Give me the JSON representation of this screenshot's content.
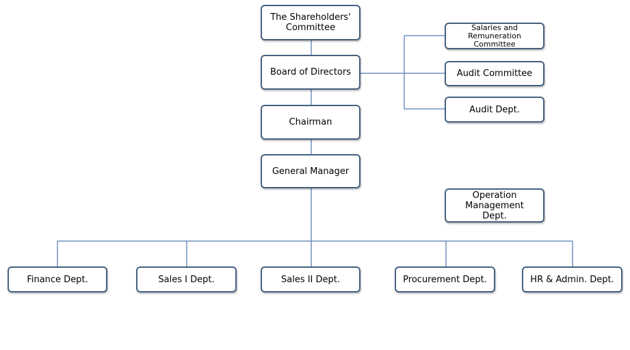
{
  "nodes": {
    "shareholders": "The Shareholders'\nCommittee",
    "board": "Board of Directors",
    "chairman": "Chairman",
    "general_manager": "General Manager",
    "salaries": "Salaries and\nRemuneration\nCommittee",
    "audit_committee": "Audit Committee",
    "audit_dept": "Audit Dept.",
    "operation": "Operation\nManagement\nDept.",
    "finance": "Finance Dept.",
    "sales1": "Sales I Dept.",
    "sales2": "Sales II Dept.",
    "procurement": "Procurement  Dept.",
    "hr": "HR & Admin. Dept."
  },
  "colors": {
    "border": "#44607e",
    "connector": "#6f8fbf"
  }
}
